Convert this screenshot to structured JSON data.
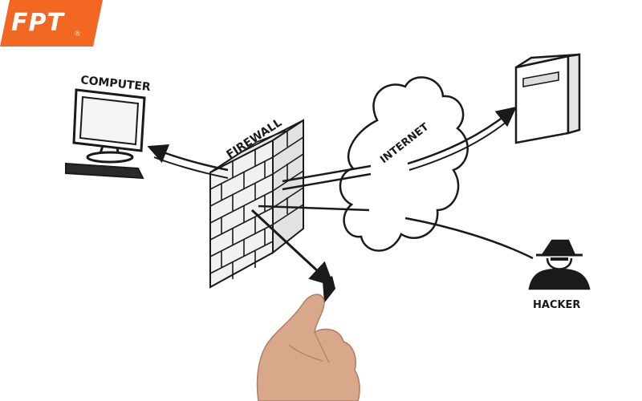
{
  "brand": {
    "text": "FPT",
    "registered": "®",
    "color": "#f26722"
  },
  "labels": {
    "computer": "COMPUTER",
    "firewall": "FIREWALL",
    "internet": "INTERNET",
    "hacker": "HACKER"
  },
  "colors": {
    "ink": "#1a1a1a",
    "background": "#ffffff",
    "skin": "#d9a88a"
  }
}
